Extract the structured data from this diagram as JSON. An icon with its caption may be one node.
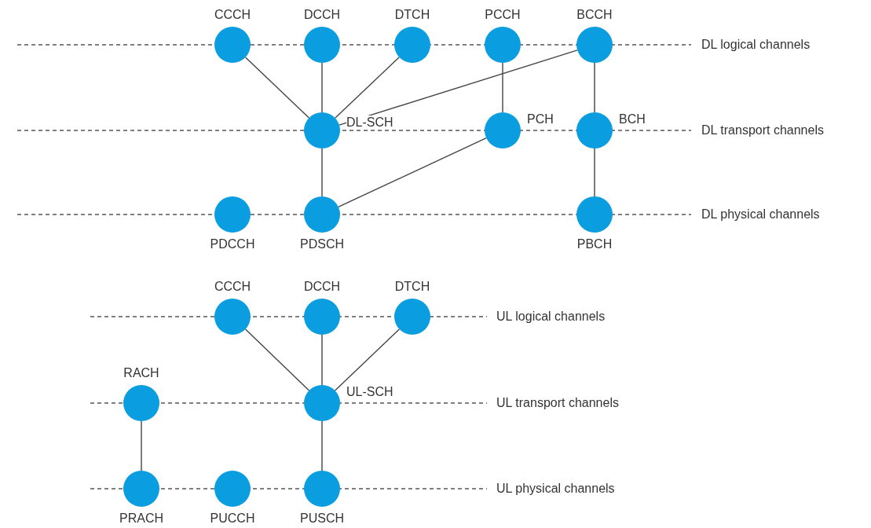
{
  "diagram": {
    "nodes": [
      {
        "text": [
          "CCCH"
        ]
      },
      {
        "text": [
          "DCCH"
        ]
      },
      {
        "text": [
          "DTCH"
        ]
      },
      {
        "text": [
          "PCCH"
        ]
      },
      {
        "text": [
          "BCCH"
        ]
      },
      {
        "text": [
          "DL-SCH"
        ]
      },
      {
        "text": [
          "PCH"
        ]
      },
      {
        "text": [
          "BCH"
        ]
      },
      {
        "text": [
          "PDCCH"
        ]
      },
      {
        "text": [
          "PDSCH"
        ]
      },
      {
        "text": [
          "PBCH"
        ]
      },
      {
        "text": [
          "CCCH"
        ]
      },
      {
        "text": [
          "DCCH"
        ]
      },
      {
        "text": [
          "DTCH"
        ]
      },
      {
        "text": [
          "RACH"
        ]
      },
      {
        "text": [
          "UL-SCH"
        ]
      },
      {
        "text": [
          "PRACH"
        ]
      },
      {
        "text": [
          "PUCCH"
        ]
      },
      {
        "text": [
          "PUSCH"
        ]
      }
    ],
    "edges": [
      {
        "from": 0,
        "to": 5,
        "arrow": "none"
      },
      {
        "from": 1,
        "to": 5,
        "arrow": "none"
      },
      {
        "from": 2,
        "to": 5,
        "arrow": "none"
      },
      {
        "from": 4,
        "to": 5,
        "arrow": "none"
      },
      {
        "from": 3,
        "to": 6,
        "arrow": "none"
      },
      {
        "from": 4,
        "to": 7,
        "arrow": "none"
      },
      {
        "from": 5,
        "to": 9,
        "arrow": "none"
      },
      {
        "from": 6,
        "to": 9,
        "arrow": "none"
      },
      {
        "from": 7,
        "to": 10,
        "arrow": "none"
      },
      {
        "from": 11,
        "to": 15,
        "arrow": "none"
      },
      {
        "from": 12,
        "to": 15,
        "arrow": "none"
      },
      {
        "from": 13,
        "to": 15,
        "arrow": "none"
      },
      {
        "from": 14,
        "to": 16,
        "arrow": "none"
      },
      {
        "from": 15,
        "to": 18,
        "arrow": "none"
      }
    ],
    "labels": [
      "DL logical channels",
      "DL transport channels",
      "DL physical channels",
      "UL logical channels",
      "UL transport channels",
      "UL physical channels"
    ]
  }
}
